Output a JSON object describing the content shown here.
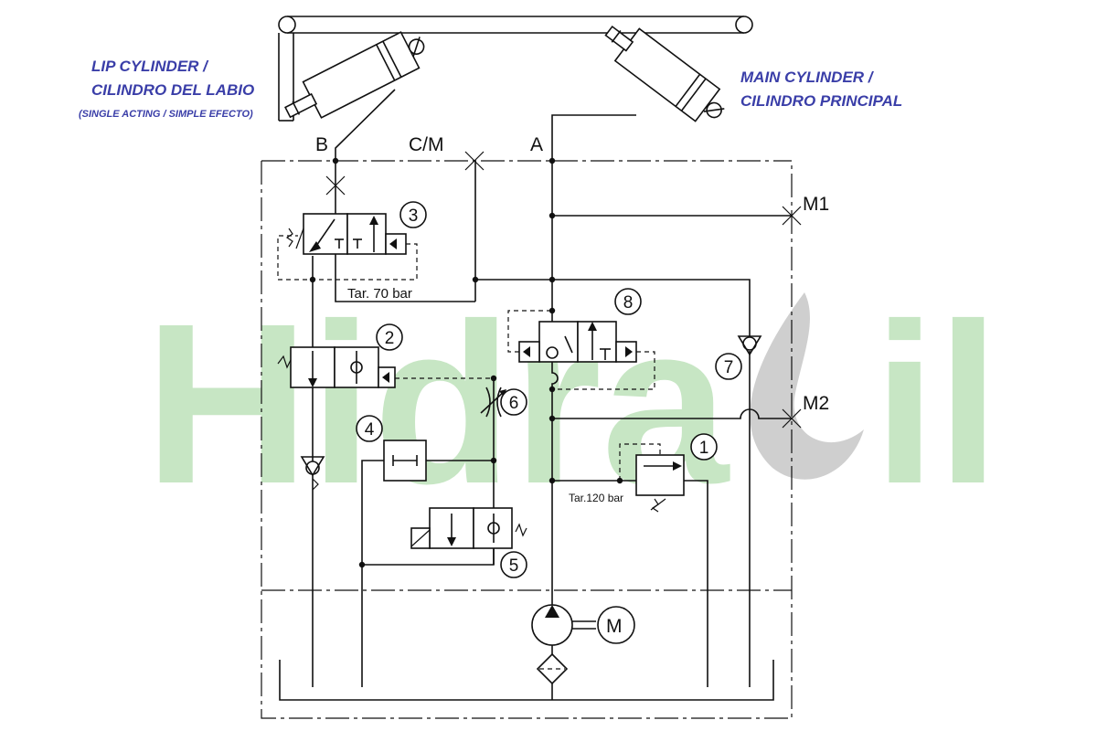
{
  "watermark": {
    "left": "Hidra",
    "right": "il"
  },
  "captions": {
    "lip_line1": "LIP CYLINDER /",
    "lip_line2": "CILINDRO DEL LABIO",
    "lip_line3": "(SINGLE ACTING / SIMPLE EFECTO)",
    "main_line1": "MAIN CYLINDER /",
    "main_line2": "CILINDRO PRINCIPAL"
  },
  "ports": {
    "b": "B",
    "cm": "C/M",
    "a": "A",
    "m1": "M1",
    "m2": "M2"
  },
  "settings": {
    "valve3": "Tar. 70 bar",
    "valve1": "Tar.120 bar"
  },
  "motor": "M",
  "components": [
    "1",
    "2",
    "3",
    "4",
    "5",
    "6",
    "7",
    "8"
  ],
  "colors": {
    "caption": "#3a3ea8",
    "watermark": "#c7e6c4",
    "lines": "#111111"
  }
}
